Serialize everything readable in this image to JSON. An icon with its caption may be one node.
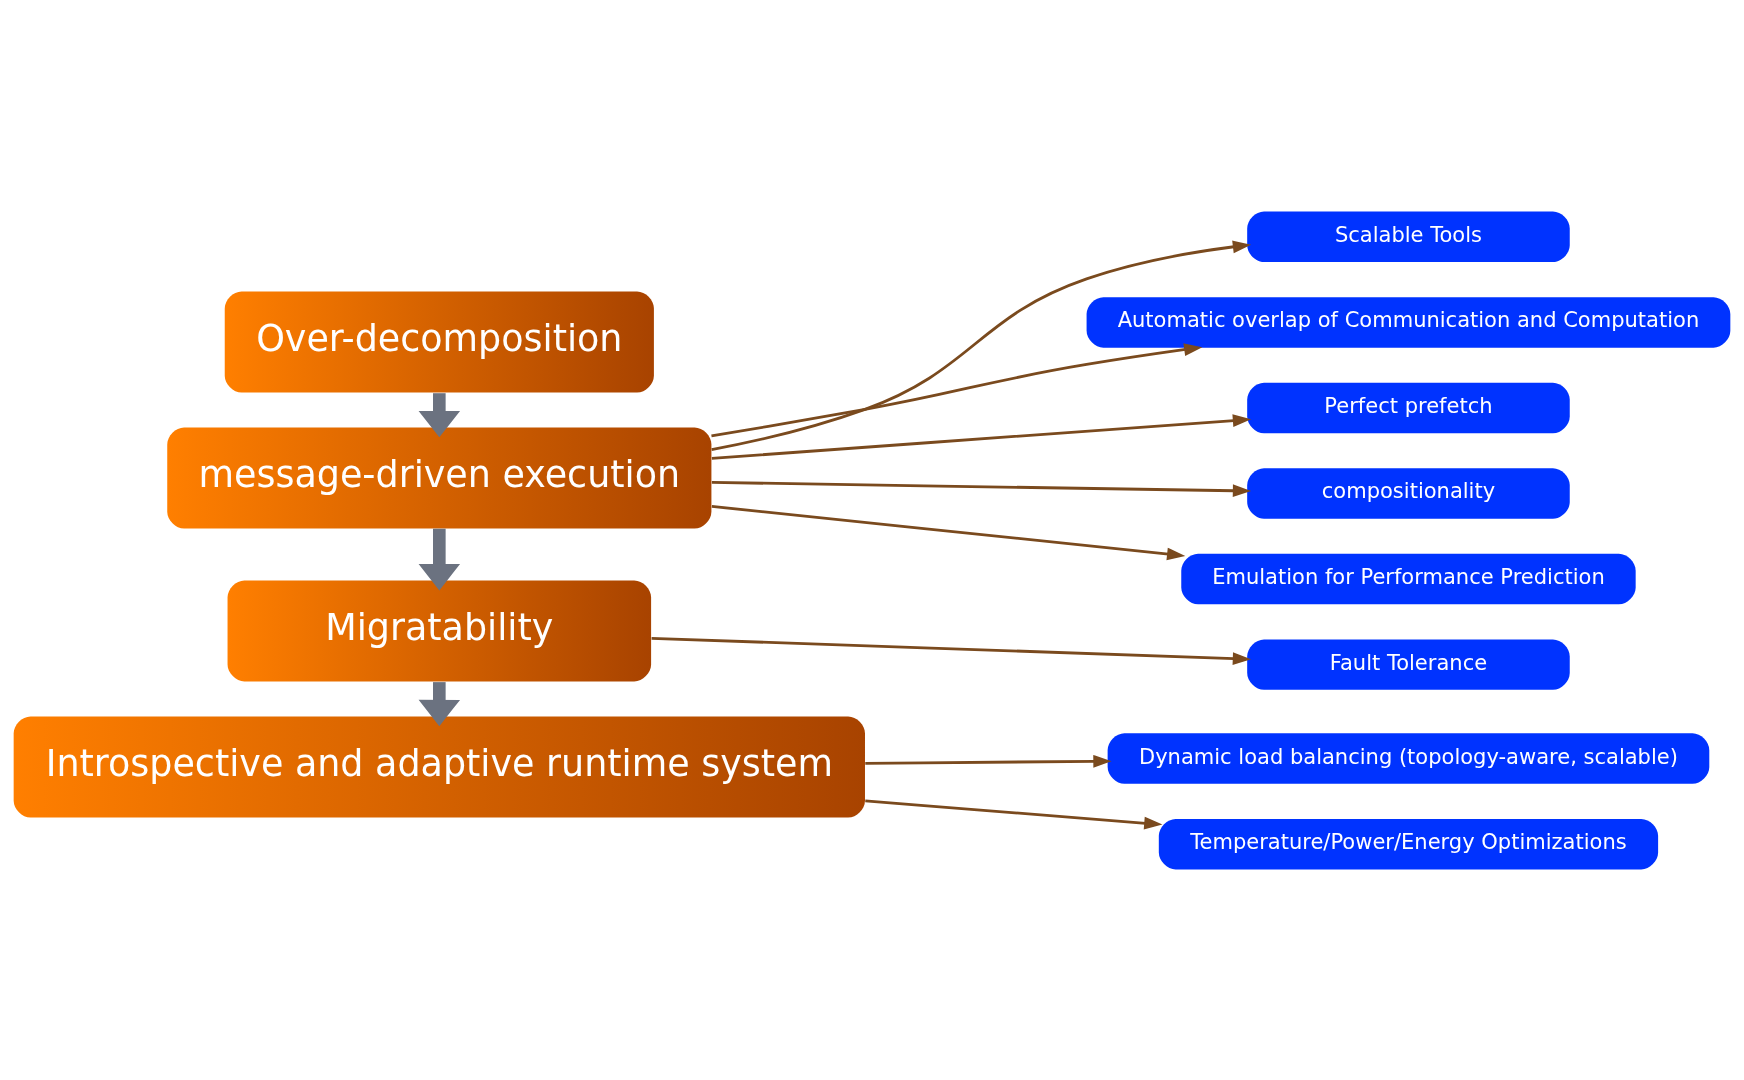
{
  "diagram": {
    "nodes": [
      {
        "text": [
          "Over-decomposition"
        ]
      },
      {
        "text": [
          "message-driven execution"
        ]
      },
      {
        "text": [
          "Migratability"
        ]
      },
      {
        "text": [
          "Introspective and adaptive runtime system"
        ]
      },
      {
        "text": [
          "Scalable Tools"
        ]
      },
      {
        "text": [
          "Automatic overlap of Communication and Computation"
        ]
      },
      {
        "text": [
          "Perfect prefetch"
        ]
      },
      {
        "text": [
          "compositionality"
        ]
      },
      {
        "text": [
          "Emulation for Performance Prediction"
        ]
      },
      {
        "text": [
          "Fault Tolerance"
        ]
      },
      {
        "text": [
          "Dynamic load balancing (topology-aware, scalable)"
        ]
      },
      {
        "text": [
          "Temperature/Power/Energy Optimizations"
        ]
      }
    ],
    "edges": [
      {
        "from": 0,
        "to": 1,
        "arrow": "to",
        "style": "thick",
        "color": "#6b7280"
      },
      {
        "from": 1,
        "to": 2,
        "arrow": "to",
        "style": "thick",
        "color": "#6b7280"
      },
      {
        "from": 2,
        "to": 3,
        "arrow": "to",
        "style": "thick",
        "color": "#6b7280"
      },
      {
        "from": 1,
        "to": 4,
        "arrow": "to"
      },
      {
        "from": 1,
        "to": 5,
        "arrow": "to"
      },
      {
        "from": 1,
        "to": 6,
        "arrow": "to"
      },
      {
        "from": 1,
        "to": 7,
        "arrow": "to"
      },
      {
        "from": 1,
        "to": 8,
        "arrow": "to"
      },
      {
        "from": 2,
        "to": 9,
        "arrow": "to"
      },
      {
        "from": 3,
        "to": 10,
        "arrow": "to"
      },
      {
        "from": 3,
        "to": 11,
        "arrow": "to"
      }
    ]
  }
}
